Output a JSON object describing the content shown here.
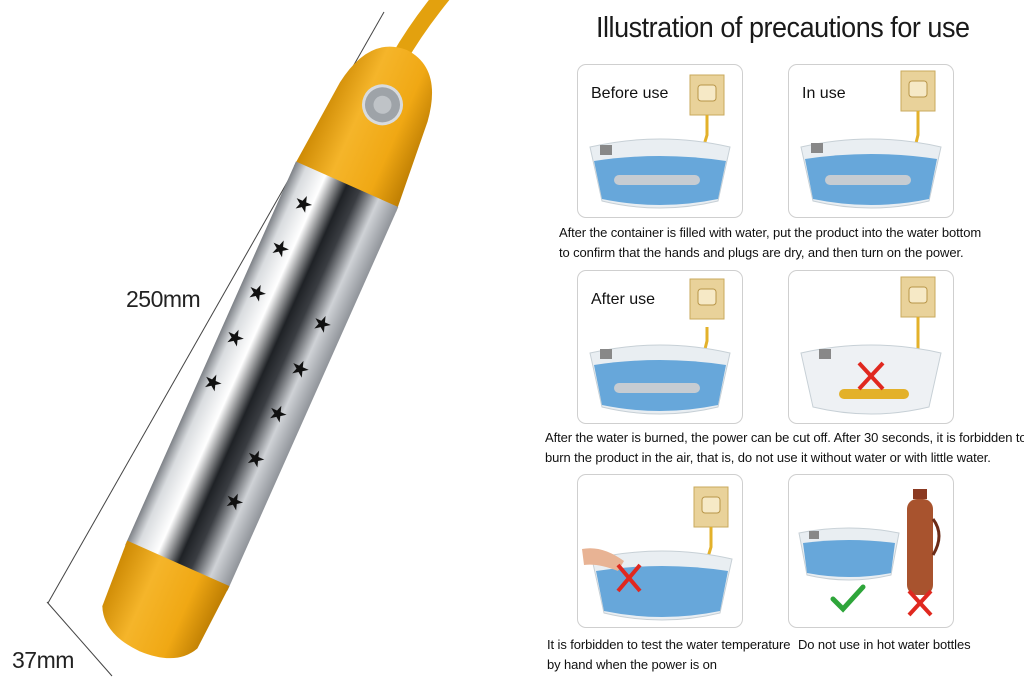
{
  "product": {
    "length_label": "250mm",
    "diameter_label": "37mm"
  },
  "guide": {
    "title": "Illustration of precautions for use",
    "panels": [
      {
        "label": "Before use"
      },
      {
        "label": "In use"
      },
      {
        "label": "After use"
      },
      {
        "label": ""
      },
      {
        "label": ""
      },
      {
        "label": ""
      }
    ],
    "captions": {
      "row1_line1": "After the container is filled with water, put the product into the water bottom",
      "row1_line2": "to confirm that the hands and plugs are dry, and then turn on the power.",
      "row2_line1": "After the water is burned, the power can be cut off. After 30 seconds, it is forbidden to",
      "row2_line2": "burn the product in the air, that is, do not use it without water or with little water.",
      "row3_left_line1": "It is forbidden to test the water temperature",
      "row3_left_line2": "by hand when the power is on",
      "row3_right": "Do not use in hot water bottles"
    }
  },
  "colors": {
    "accent_yellow": "#f0ad16",
    "steel": "#b8bcc2",
    "water_blue": "#3b8fd1",
    "forbid_red": "#e0281f",
    "ok_green": "#2ea53a"
  }
}
